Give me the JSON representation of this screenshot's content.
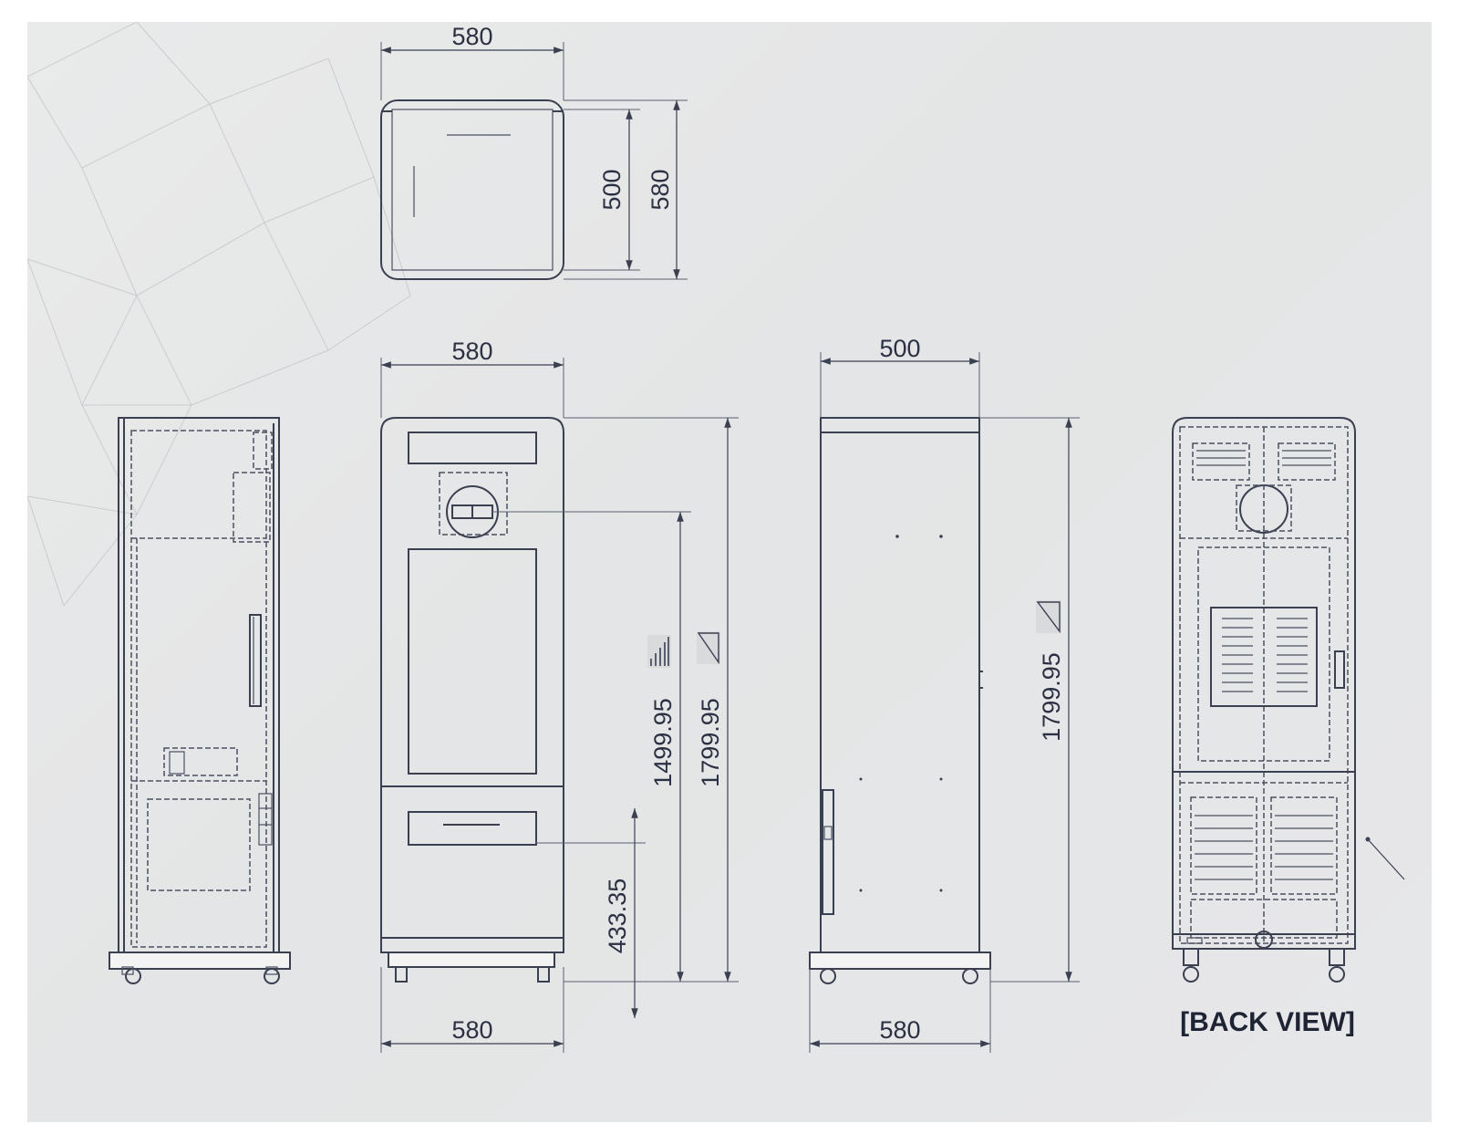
{
  "top_view": {
    "width": "580",
    "depth_inner": "500",
    "depth_outer": "580"
  },
  "front_view": {
    "width_top": "580",
    "width_bottom": "580",
    "height_slot": "1499.95",
    "height_total": "1799.95",
    "height_tray": "433.35"
  },
  "side_view": {
    "depth": "500",
    "width_bottom": "580",
    "height_total": "1799.95"
  },
  "back_view": {
    "caption": "[BACK VIEW]"
  },
  "colors": {
    "line": "#3a4050",
    "paper": "#e6e7e8",
    "text": "#2b3142"
  }
}
